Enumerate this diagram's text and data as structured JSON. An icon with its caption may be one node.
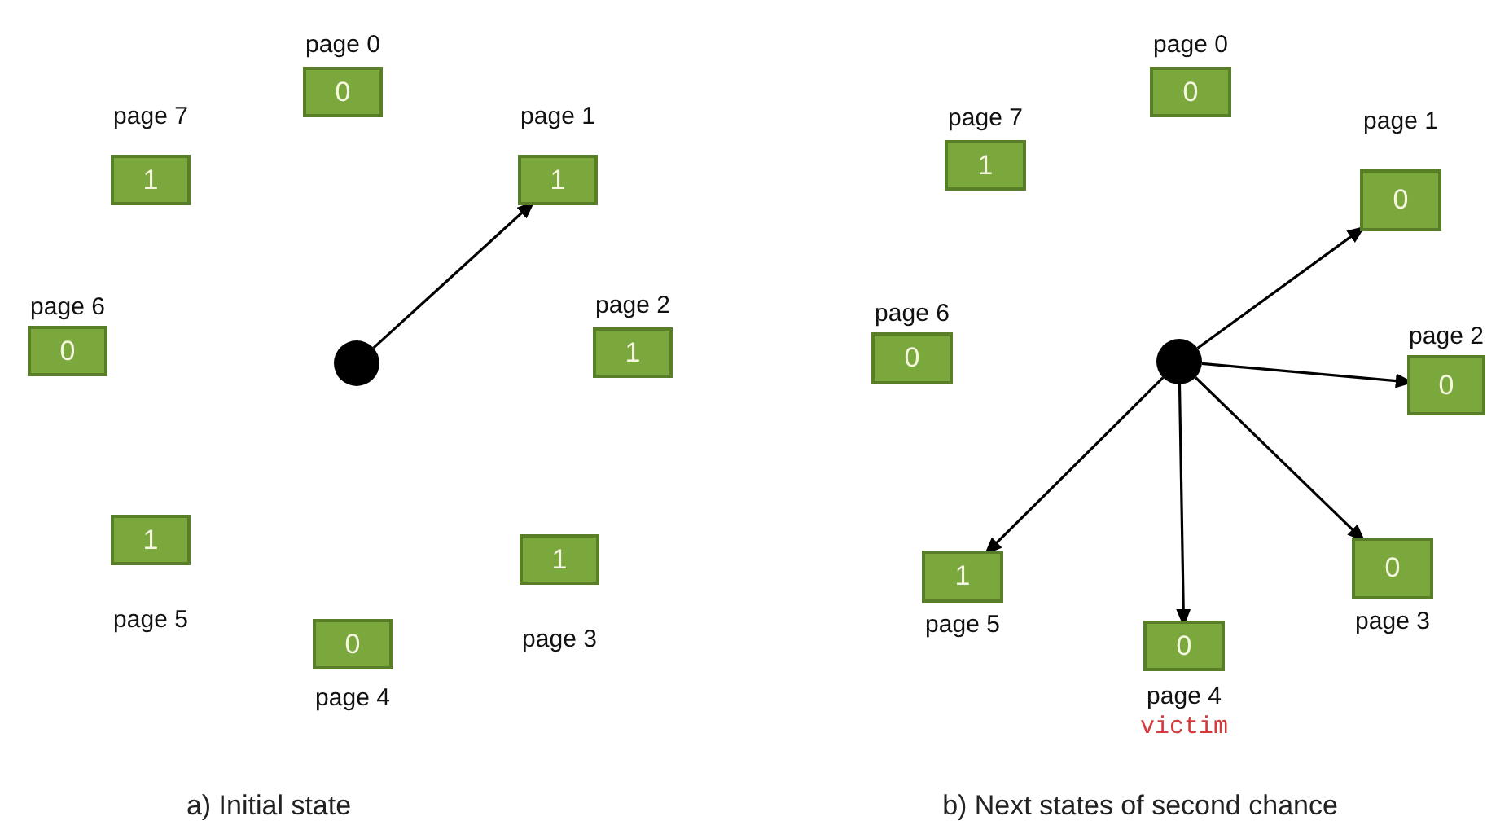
{
  "diagram": {
    "nodes": [
      {
        "text": [
          "0"
        ],
        "beside": [
          "page 0"
        ]
      },
      {
        "text": [
          "1"
        ],
        "beside": [
          "page 1"
        ]
      },
      {
        "text": [
          "1"
        ],
        "beside": [
          "page 2"
        ]
      },
      {
        "text": [
          "1"
        ],
        "beside": [
          "page 3"
        ]
      },
      {
        "text": [
          "0"
        ],
        "beside": [
          "page 4"
        ]
      },
      {
        "text": [
          "1"
        ],
        "beside": [
          "page 5"
        ]
      },
      {
        "text": [
          "0"
        ],
        "beside": [
          "page 6"
        ]
      },
      {
        "text": [
          "1"
        ],
        "beside": [
          "page 7"
        ]
      },
      {
        "text": [],
        "shape": "circle"
      },
      {
        "text": [
          "0"
        ],
        "beside": [
          "page 0"
        ]
      },
      {
        "text": [
          "0"
        ],
        "beside": [
          "page 1"
        ]
      },
      {
        "text": [
          "0"
        ],
        "beside": [
          "page 2"
        ]
      },
      {
        "text": [
          "0"
        ],
        "beside": [
          "page 3"
        ]
      },
      {
        "text": [
          "0"
        ],
        "beside": [
          "page 4",
          "victim"
        ]
      },
      {
        "text": [
          "1"
        ],
        "beside": [
          "page 5"
        ]
      },
      {
        "text": [
          "0"
        ],
        "beside": [
          "page 6"
        ]
      },
      {
        "text": [
          "1"
        ],
        "beside": [
          "page 7"
        ]
      },
      {
        "text": [],
        "shape": "circle"
      }
    ],
    "edges": [
      {
        "from": 8,
        "to": 1,
        "arrow": "to"
      },
      {
        "from": 17,
        "to": 10,
        "arrow": "to"
      },
      {
        "from": 17,
        "to": 11,
        "arrow": "to"
      },
      {
        "from": 17,
        "to": 12,
        "arrow": "to"
      },
      {
        "from": 17,
        "to": 13,
        "arrow": "to"
      },
      {
        "from": 17,
        "to": 14,
        "arrow": "to"
      }
    ],
    "labels": [
      "a) Initial state",
      "b) Next states of second chance"
    ]
  }
}
